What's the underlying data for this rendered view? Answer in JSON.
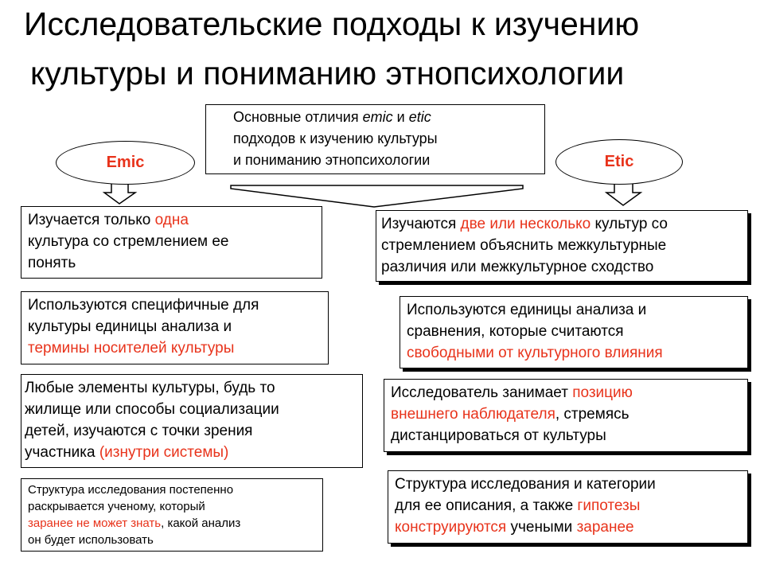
{
  "title": {
    "line1": "Исследовательские подходы к изучению",
    "line2": "культуры и пониманию этнопсихологии"
  },
  "center_box": {
    "line1_prefix": "Основные отличия ",
    "emic": "emic",
    "and": " и ",
    "etic": "etic",
    "line2": "подходов к изучению культуры",
    "line3": "и пониманию этнопсихологии"
  },
  "emic_label": "Emic",
  "etic_label": "Etic",
  "left": [
    {
      "segments": [
        {
          "text": "Изучается только ",
          "red": false
        },
        {
          "text": "одна",
          "red": true
        },
        {
          "text": "\nкультура со стремлением ее\nпонять",
          "red": false
        }
      ]
    },
    {
      "segments": [
        {
          "text": "Используются специфичные для\nкультуры единицы анализа и\n",
          "red": false
        },
        {
          "text": "термины носителей культуры",
          "red": true
        }
      ]
    },
    {
      "segments": [
        {
          "text": "Любые элементы культуры, будь то\nжилище или способы социализации\nдетей, изучаются с точки зрения\nучастника ",
          "red": false
        },
        {
          "text": "(изнутри системы)",
          "red": true
        }
      ]
    },
    {
      "segments": [
        {
          "text": "Структура исследования постепенно\nраскрывается ученому, который\n",
          "red": false
        },
        {
          "text": "заранее не может знать",
          "red": true
        },
        {
          "text": ", какой анализ\nон будет использовать",
          "red": false
        }
      ]
    }
  ],
  "right": [
    {
      "segments": [
        {
          "text": "Изучаются ",
          "red": false
        },
        {
          "text": "две или несколько",
          "red": true
        },
        {
          "text": " культур со\nстремлением объяснить межкультурные\nразличия или  межкультурное сходство",
          "red": false
        }
      ]
    },
    {
      "segments": [
        {
          "text": "Используются единицы анализа и\nсравнения, которые считаются\n",
          "red": false
        },
        {
          "text": "свободными от культурного влияния",
          "red": true
        }
      ]
    },
    {
      "segments": [
        {
          "text": "Исследователь занимает ",
          "red": false
        },
        {
          "text": "позицию\nвнешнего наблюдателя",
          "red": true
        },
        {
          "text": ", стремясь\nдистанцироваться от культуры",
          "red": false
        }
      ]
    },
    {
      "segments": [
        {
          "text": "Структура исследования и категории\nдля ее описания, а также ",
          "red": false
        },
        {
          "text": "гипотезы\nконструируются",
          "red": true
        },
        {
          "text": " учеными  ",
          "red": false
        },
        {
          "text": "заранее",
          "red": true
        }
      ]
    }
  ],
  "colors": {
    "accent": "#e8331b",
    "text": "#000000",
    "border": "#000000"
  }
}
